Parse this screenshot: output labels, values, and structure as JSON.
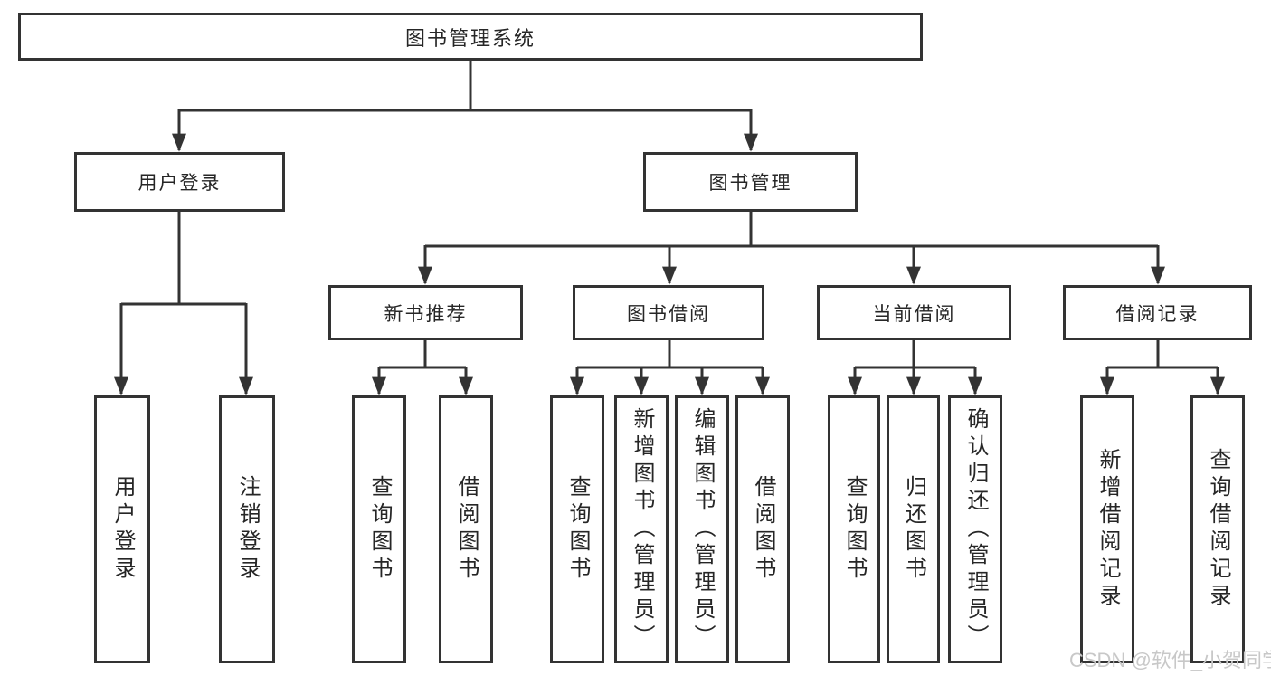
{
  "diagram": {
    "type": "hierarchy",
    "root": {
      "label": "图书管理系统"
    },
    "level2": [
      {
        "label": "用户登录",
        "parent": "图书管理系统"
      },
      {
        "label": "图书管理",
        "parent": "图书管理系统"
      }
    ],
    "level3": [
      {
        "label": "新书推荐",
        "parent": "图书管理"
      },
      {
        "label": "图书借阅",
        "parent": "图书管理"
      },
      {
        "label": "当前借阅",
        "parent": "图书管理"
      },
      {
        "label": "借阅记录",
        "parent": "图书管理"
      }
    ],
    "leaves": [
      {
        "label": "用户登录",
        "parent": "用户登录"
      },
      {
        "label": "注销登录",
        "parent": "用户登录"
      },
      {
        "label": "查询图书",
        "parent": "新书推荐"
      },
      {
        "label": "借阅图书",
        "parent": "新书推荐"
      },
      {
        "label": "查询图书",
        "parent": "图书借阅"
      },
      {
        "label": "新增图书（管理员）",
        "parent": "图书借阅"
      },
      {
        "label": "编辑图书（管理员）",
        "parent": "图书借阅"
      },
      {
        "label": "借阅图书",
        "parent": "图书借阅"
      },
      {
        "label": "查询图书",
        "parent": "当前借阅"
      },
      {
        "label": "归还图书",
        "parent": "当前借阅"
      },
      {
        "label": "确认归还（管理员）",
        "parent": "当前借阅"
      },
      {
        "label": "新增借阅记录",
        "parent": "借阅记录"
      },
      {
        "label": "查询借阅记录",
        "parent": "借阅记录"
      }
    ]
  },
  "watermark": {
    "text": "CSDN @软件_小贺同学"
  },
  "colors": {
    "line": "#333333",
    "box_border": "#333333",
    "text": "#262626",
    "watermark": "#c8c8c8",
    "background": "#ffffff"
  }
}
